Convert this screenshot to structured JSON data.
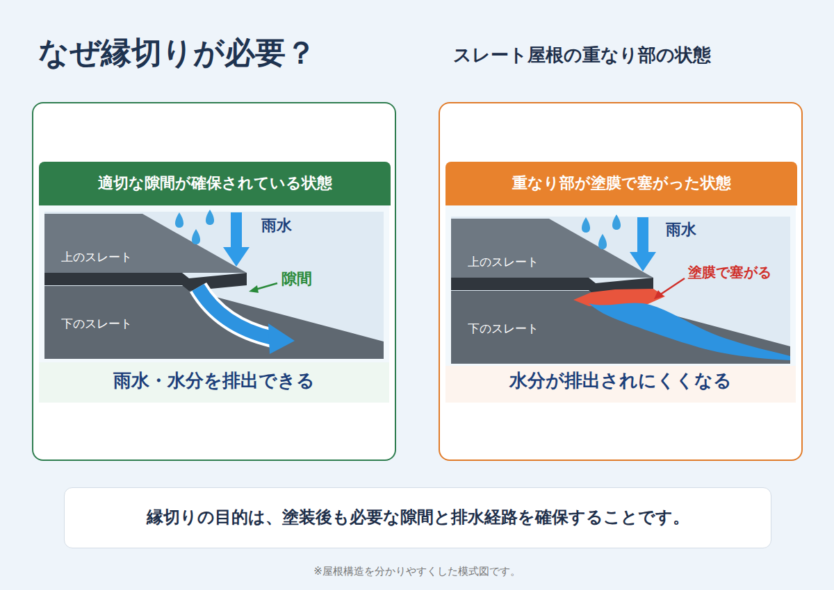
{
  "diagram": {
    "title": "なぜ縁切りが必要？",
    "caption": "※屋根構造を分かりやすくした模式図です。",
    "nodes": [
      {
        "text": [
          "雨水・水分を排出できる"
        ]
      },
      {
        "text": [
          "適切な隙間が確保されている状態"
        ],
        "in": 0
      },
      {
        "text": [
          "水分が排出されにくくなる"
        ]
      },
      {
        "text": [
          "重なり部が塗膜で塞がった状態"
        ],
        "in": 2
      },
      {
        "text": [
          "縁切りの目的は、塗装後も必要な隙間と排水経路を確保することです。"
        ]
      }
    ],
    "labels": [
      "スレート屋根の重なり部の状態",
      "雨水",
      "上のスレート",
      "下のスレート",
      "隙間",
      "雨水",
      "上のスレート",
      "下のスレート",
      "塗膜で塞がる"
    ]
  }
}
